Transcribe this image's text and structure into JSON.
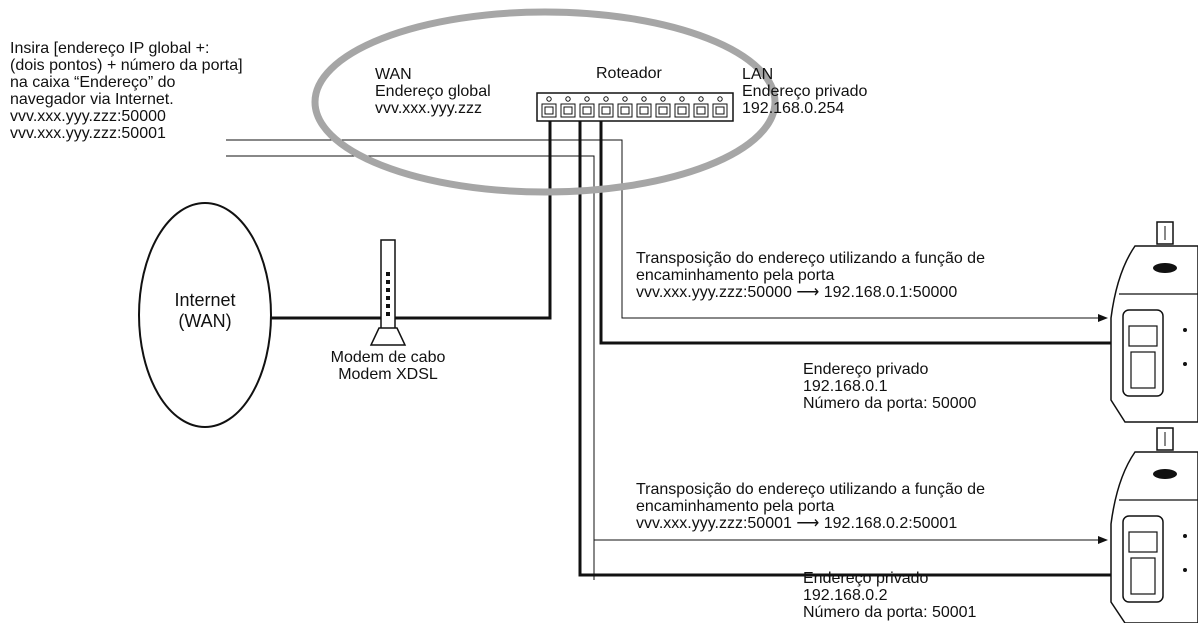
{
  "instruction": {
    "line1": "Insira [endereço IP global +:",
    "line2": "(dois pontos) + número da porta]",
    "line3": "na caixa “Endereço” do",
    "line4": "navegador via Internet.",
    "addr1": "vvv.xxx.yyy.zzz:50000",
    "addr2": "vvv.xxx.yyy.zzz:50001"
  },
  "wan": {
    "title": "WAN",
    "label": "Endereço global",
    "address": "vvv.xxx.yyy.zzz"
  },
  "router": {
    "label": "Roteador"
  },
  "lan": {
    "title": "LAN",
    "label": "Endereço privado",
    "address": "192.168.0.254"
  },
  "internet": {
    "line1": "Internet",
    "line2": "(WAN)"
  },
  "modem": {
    "line1": "Modem de cabo",
    "line2": "Modem XDSL"
  },
  "forward1": {
    "line1": "Transposição do endereço utilizando a função de",
    "line2": "encaminhamento pela porta",
    "from": "vvv.xxx.yyy.zzz:50000",
    "to": "192.168.0.1:50000"
  },
  "camera1": {
    "label": "Endereço privado",
    "address": "192.168.0.1",
    "port": "Número da porta: 50000"
  },
  "forward2": {
    "line1": "Transposição do endereço utilizando a função de",
    "line2": "encaminhamento pela porta",
    "from": "vvv.xxx.yyy.zzz:50001",
    "to": "192.168.0.2:50001"
  },
  "camera2": {
    "label": "Endereço privado",
    "address": "192.168.0.2",
    "port": "Número da porta: 50001"
  },
  "arrow_glyph": "⟶",
  "colors": {
    "highlight_ring": "#a6a6a6",
    "line": "#111111"
  }
}
